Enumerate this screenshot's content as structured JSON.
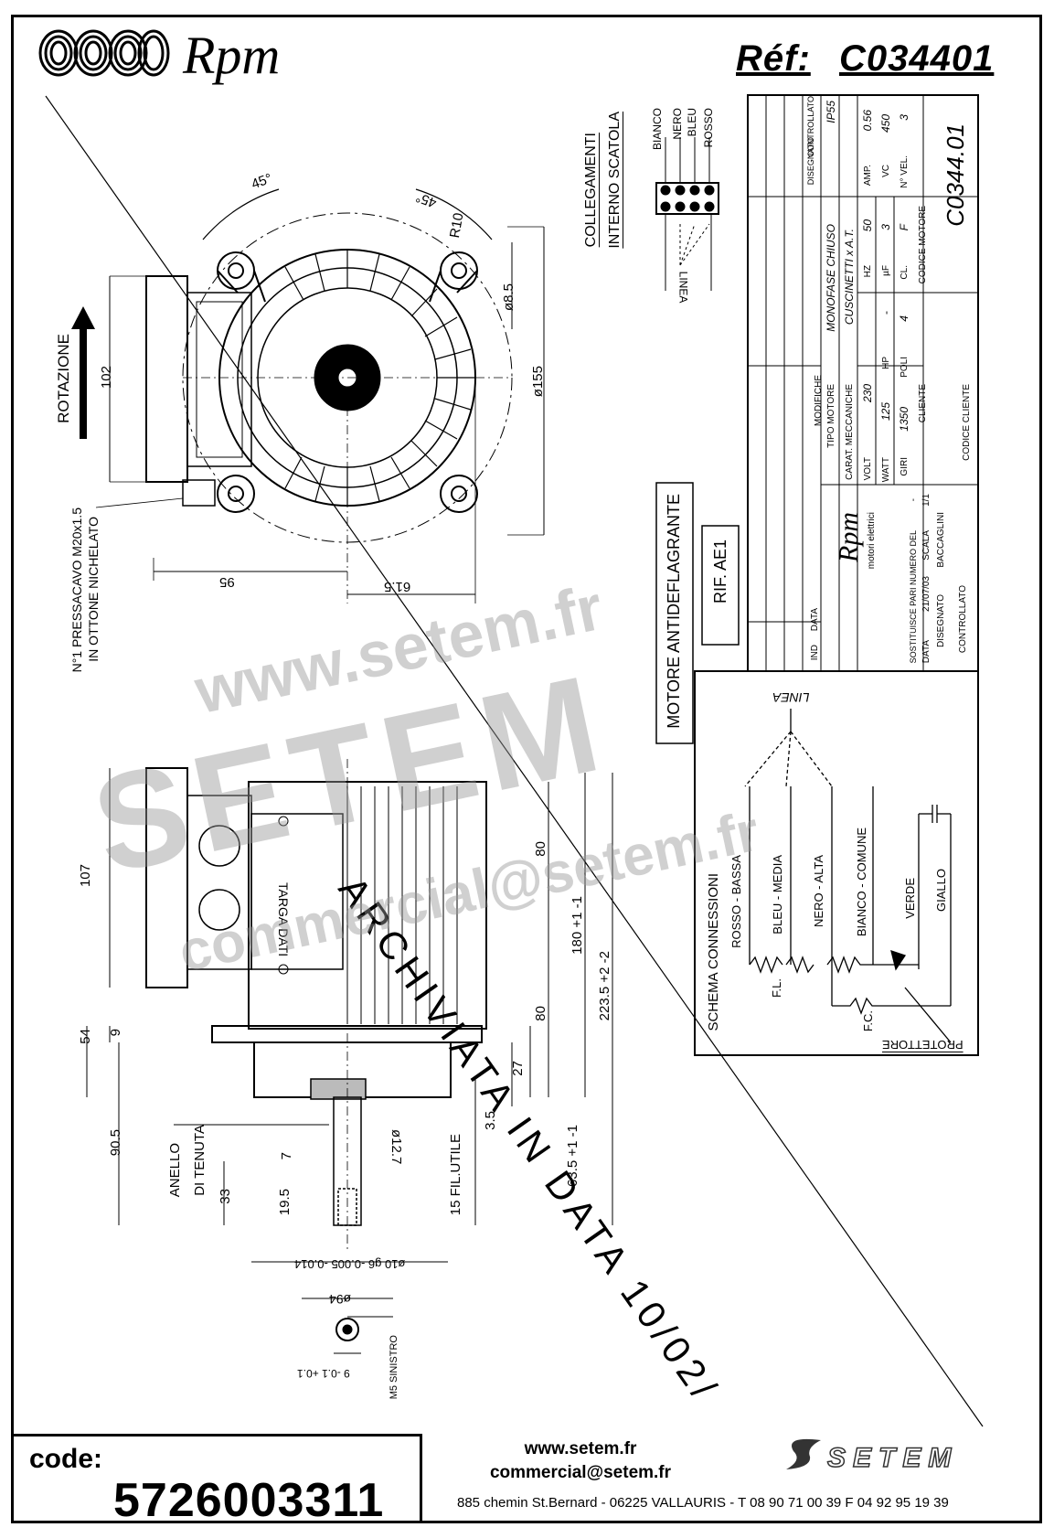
{
  "header": {
    "brand": "Rpm",
    "ref_label": "Réf:",
    "ref_value": "C034401"
  },
  "top_view": {
    "rotation_label": "ROTAZIONE",
    "angle_1": "45°",
    "angle_2": "45°",
    "radius": "R10",
    "hole_dia": "ø8.5",
    "body_dia": "ø155",
    "height_102": "102",
    "dim_95": "95",
    "dim_61_5": "61.5",
    "cable_gland_line1": "N°1 PRESSACAVO M20x1.5",
    "cable_gland_line2": "IN OTTONE NICHELATO"
  },
  "connections": {
    "title_line1": "COLLEGAMENTI",
    "title_line2": "INTERNO SCATOLA",
    "wires": [
      "BIANCO",
      "NERO",
      "BLEU",
      "ROSSO"
    ],
    "linea": "LINEA"
  },
  "title_block": {
    "header_cols": [
      "MODIFICHE",
      "DISEGNATO",
      "CONTROLLATO"
    ],
    "protection": "IP55",
    "tipo_motore_label": "TIPO MOTORE",
    "tipo_motore": "MONOFASE CHIUSO",
    "carat_label": "CARAT. MECCANICHE",
    "carat": "CUSCINETTI x A.T.",
    "volt_label": "VOLT",
    "volt": "230",
    "hz_label": "HZ",
    "hz": "50",
    "amp_label": "AMP.",
    "amp": "0.56",
    "watt_label": "WATT",
    "watt": "125",
    "hp_label": "HP",
    "hp": "-",
    "uf_label": "µF",
    "uf": "3",
    "vc_label": "VC",
    "vc": "450",
    "giri_label": "GIRI",
    "giri": "1350",
    "poli_label": "POLI",
    "poli": "4",
    "cl_label": "CL.",
    "cl": "F",
    "nvel_label": "N° VEL.",
    "nvel": "3",
    "cliente_label": "CLIENTE",
    "codice_motore_label": "CODICE MOTORE",
    "codice_motore": "C0344.01",
    "codice_cliente_label": "CODICE CLIENTE",
    "rpm_sub": "motori elettrici",
    "ind_label": "IND",
    "data_label": "DATA",
    "sostituisce": "SOSTITUISCE PARI NUMERO DEL",
    "sostituisce_val": "-",
    "data_row_label": "DATA",
    "data_row": "21/07/03",
    "scala_label": "SCALA",
    "scala": "1/1",
    "disegnato_label": "DISEGNATO",
    "disegnato": "BACCAGLINI",
    "controllato_label": "CONTROLLATO"
  },
  "motor_label": {
    "line": "MOTORE ANTIDEFLAGRANTE",
    "rif": "RIF. AE1"
  },
  "schema": {
    "title": "SCHEMA CONNESSIONI",
    "linea": "LINEA",
    "wires": [
      "ROSSO - BASSA",
      "BLEU - MEDIA",
      "NERO - ALTA",
      "BIANCO - COMUNE",
      "VERDE",
      "GIALLO"
    ],
    "fl": "F.L.",
    "fc": "F.C.",
    "protettore": "PROTETTORE"
  },
  "side_view": {
    "targa": "TARGA DATI",
    "dim_107": "107",
    "dim_54": "54",
    "dim_9": "9",
    "dim_90_5": "90.5",
    "dim_80a": "80",
    "dim_80b": "80",
    "dim_180": "180 +1 -1",
    "dim_223": "223.5 +2 -2",
    "dim_27": "27",
    "dim_3_5": "3.5",
    "dim_63_5": "63.5 +1 -1",
    "dim_12_7": "ø12.7",
    "dim_7": "7",
    "dim_33": "33",
    "dim_19_5": "19.5",
    "fil_utile": "15 FIL.UTILE",
    "anello_1": "ANELLO",
    "anello_2": "DI TENUTA",
    "shaft_dia": "ø10 g6 -0.005 -0.014",
    "dim_94": "ø94",
    "m5": "M5 SINISTRO",
    "tol": "9 -0.1 +0.1"
  },
  "stamp": "ARCHIVIATA IN DATA 10/02/",
  "watermarks": [
    "www.setem.fr",
    "SETEM",
    "commercial@setem.fr"
  ],
  "footer": {
    "code_label": "code:",
    "code_value": "5726003311",
    "web": "www.setem.fr",
    "email": "commercial@setem.fr",
    "address": "885 chemin St.Bernard  -  06225 VALLAURIS  -  T 08 90 71 00 39  F 04 92 95 19 39",
    "setem_logo": "SETEM"
  }
}
